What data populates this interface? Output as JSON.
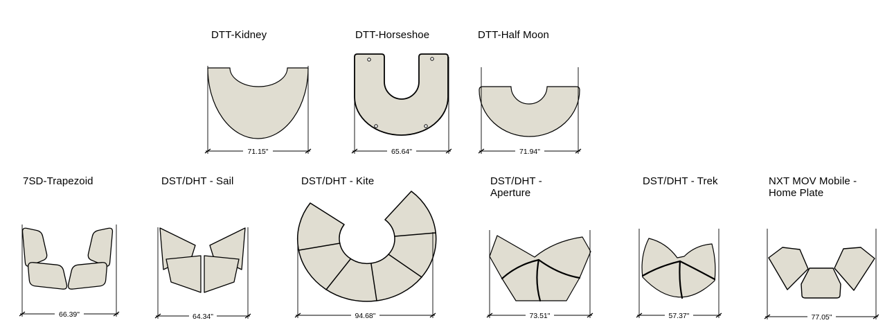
{
  "sheet": {
    "background": "#ffffff",
    "shape_fill": "#e0ddd1",
    "outline_color": "#000000"
  },
  "shapes": [
    {
      "id": "dtt-kidney",
      "label": "DTT-Kidney",
      "width_label": "71.15\""
    },
    {
      "id": "dtt-horseshoe",
      "label": "DTT-Horseshoe",
      "width_label": "65.64\""
    },
    {
      "id": "dtt-half-moon",
      "label": "DTT-Half Moon",
      "width_label": "71.94\""
    },
    {
      "id": "7sd-trapezoid",
      "label": "7SD-Trapezoid",
      "width_label": "66.39\""
    },
    {
      "id": "dst-dht-sail",
      "label": "DST/DHT - Sail",
      "width_label": "64.34\""
    },
    {
      "id": "dst-dht-kite",
      "label": "DST/DHT - Kite",
      "width_label": "94.68\""
    },
    {
      "id": "dst-dht-aperture",
      "label": "DST/DHT - Aperture",
      "width_label": "73.51\""
    },
    {
      "id": "dst-dht-trek",
      "label": "DST/DHT - Trek",
      "width_label": "57.37\""
    },
    {
      "id": "nxt-mov-home-plate",
      "label": "NXT MOV Mobile - Home Plate",
      "width_label": "77.05\""
    }
  ]
}
